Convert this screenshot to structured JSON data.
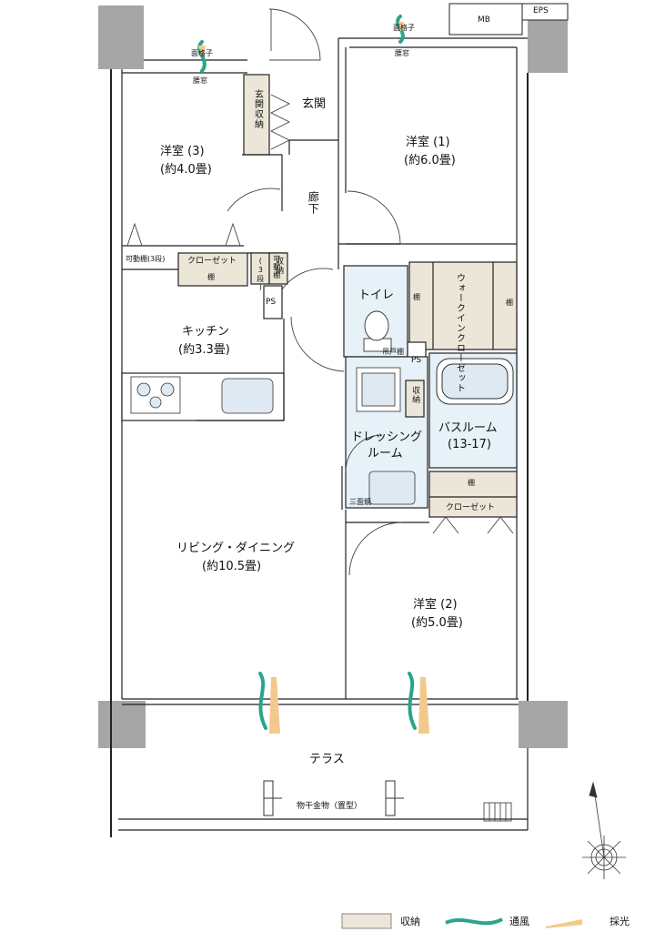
{
  "rooms": {
    "western3": {
      "name": "洋室 (3)",
      "size": "(約4.0畳)"
    },
    "western1": {
      "name": "洋室 (1)",
      "size": "(約6.0畳)"
    },
    "western2": {
      "name": "洋室 (2)",
      "size": "(約5.0畳)"
    },
    "kitchen": {
      "name": "キッチン",
      "size": "(約3.3畳)"
    },
    "living": {
      "name": "リビング・ダイニング",
      "size": "(約10.5畳)"
    },
    "bath": {
      "name": "バスルーム",
      "size": "(13-17)"
    },
    "dressing": {
      "name": "ドレッシング",
      "name2": "ルーム"
    },
    "toilet": {
      "name": "トイレ"
    },
    "entrance": {
      "name": "玄関"
    },
    "hallway": {
      "name": "廊下"
    },
    "terrace": {
      "name": "テラス"
    }
  },
  "labels": {
    "mb": "MB",
    "eps": "EPS",
    "ps": "PS",
    "lattice": "面格子",
    "waist_window": "腰窓",
    "entrance_storage": "玄関収納",
    "movable_shelf_3": "可動棚(3段)",
    "closet": "クローゼット",
    "shelf": "棚",
    "movable_shelf_small": "可動棚",
    "three_steps": "(3段)",
    "storage": "収納",
    "walk_in_closet": "ウォークインクローゼット",
    "toilet_shelf": "吊戸棚",
    "three_mirror": "三面鏡",
    "clothes_hanger": "物干金物（置型）"
  },
  "legend": {
    "storage": "収納",
    "ventilation": "通風",
    "daylight": "採光"
  },
  "colors": {
    "wall": "#9e9e9e",
    "wall_dark": "#6f6f6f",
    "storage": "#ece6d8",
    "wet_area": "#e6f1f8",
    "ventilation": "#2aa58a",
    "daylight": "#f2c98c",
    "line": "#222222"
  },
  "icons": [
    "compass-icon",
    "stove-icon",
    "sink-icon",
    "toilet-icon",
    "bathtub-icon",
    "washbasin-icon",
    "washing-machine-pan-icon"
  ]
}
